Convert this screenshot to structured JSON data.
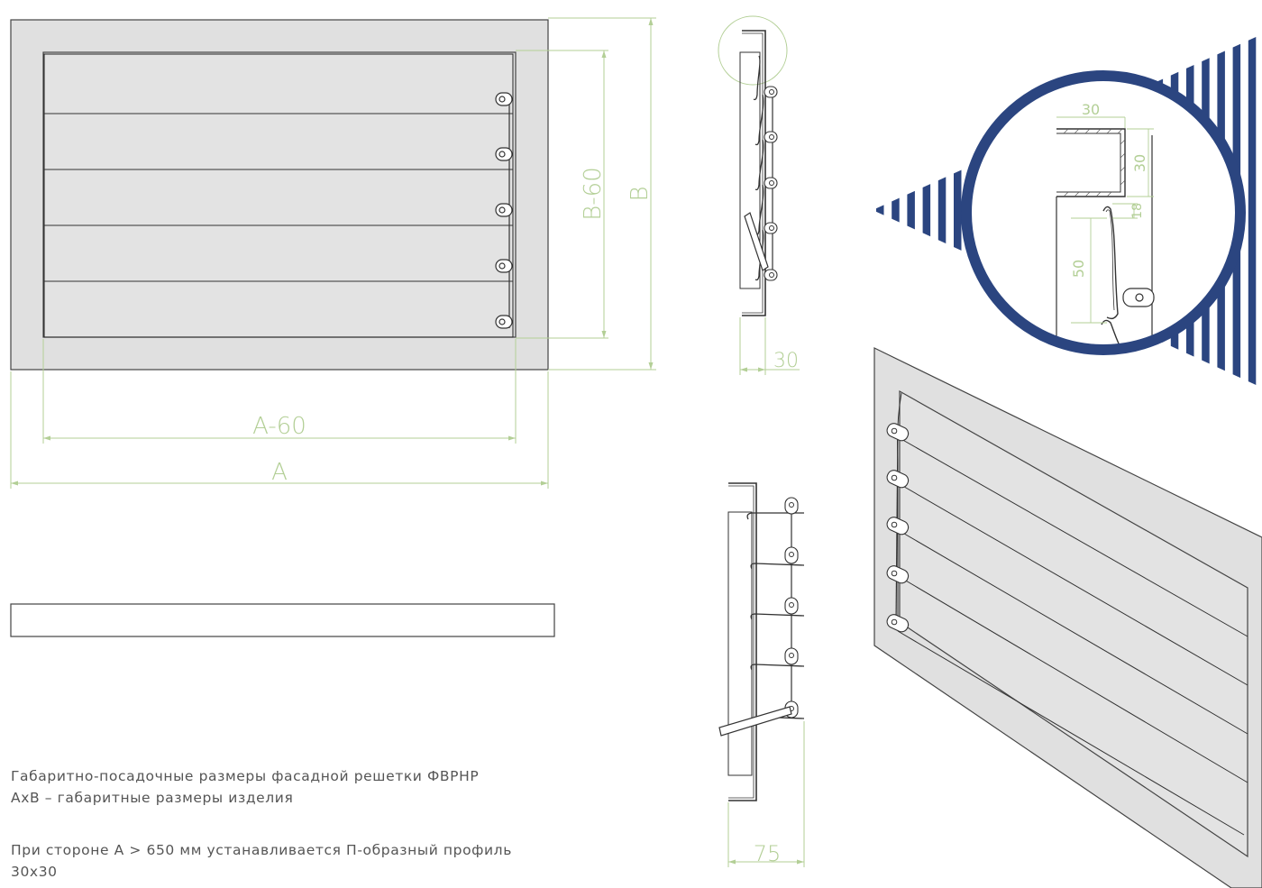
{
  "front_view": {
    "dim_width_inner": "A-60",
    "dim_width": "A",
    "dim_height_inner": "B-60",
    "dim_height": "B"
  },
  "side_view_closed": {
    "dim_depth": "30"
  },
  "side_view_open": {
    "dim_depth": "75"
  },
  "callout": {
    "dim_flange_width": "30",
    "dim_flange_height": "30",
    "dim_gap": "18",
    "dim_blade": "50"
  },
  "caption": {
    "line1": "Габаритно-посадочные размеры фасадной решетки ФВРНР",
    "line2": "AxB – габаритные размеры изделия",
    "line3": "При стороне А > 650 мм устанавливается П-образный профиль 30х30"
  },
  "colors": {
    "accent_navy": "#2b4580",
    "dimension_green": "#b3cf96",
    "panel_fill": "#e0e0e0",
    "line": "#333333",
    "caption_text": "#555555"
  }
}
